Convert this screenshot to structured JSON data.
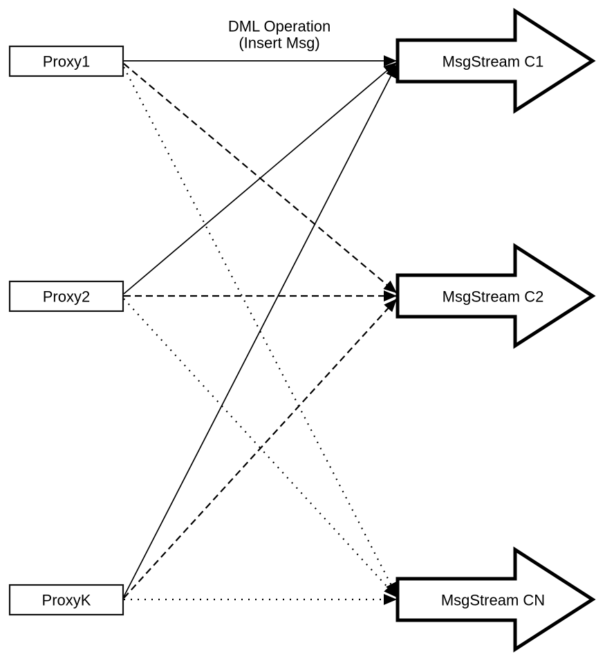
{
  "diagram": {
    "title": {
      "line1": "DML Operation",
      "line2": "(Insert Msg)"
    },
    "proxies": [
      {
        "label": "Proxy1"
      },
      {
        "label": "Proxy2"
      },
      {
        "label": "ProxyK"
      }
    ],
    "streams": [
      {
        "label": "MsgStream C1"
      },
      {
        "label": "MsgStream C2"
      },
      {
        "label": "MsgStream CN"
      }
    ],
    "edges": [
      {
        "from": "Proxy1",
        "to": "MsgStream C1",
        "style": "solid"
      },
      {
        "from": "Proxy1",
        "to": "MsgStream C2",
        "style": "dashed"
      },
      {
        "from": "Proxy1",
        "to": "MsgStream CN",
        "style": "dotted"
      },
      {
        "from": "Proxy2",
        "to": "MsgStream C1",
        "style": "solid"
      },
      {
        "from": "Proxy2",
        "to": "MsgStream C2",
        "style": "dashed"
      },
      {
        "from": "Proxy2",
        "to": "MsgStream CN",
        "style": "dotted"
      },
      {
        "from": "ProxyK",
        "to": "MsgStream C1",
        "style": "solid"
      },
      {
        "from": "ProxyK",
        "to": "MsgStream C2",
        "style": "dashed"
      },
      {
        "from": "ProxyK",
        "to": "MsgStream CN",
        "style": "dotted"
      }
    ],
    "colors": {
      "stroke": "#000000",
      "fill": "#ffffff",
      "background": "#ffffff"
    }
  }
}
